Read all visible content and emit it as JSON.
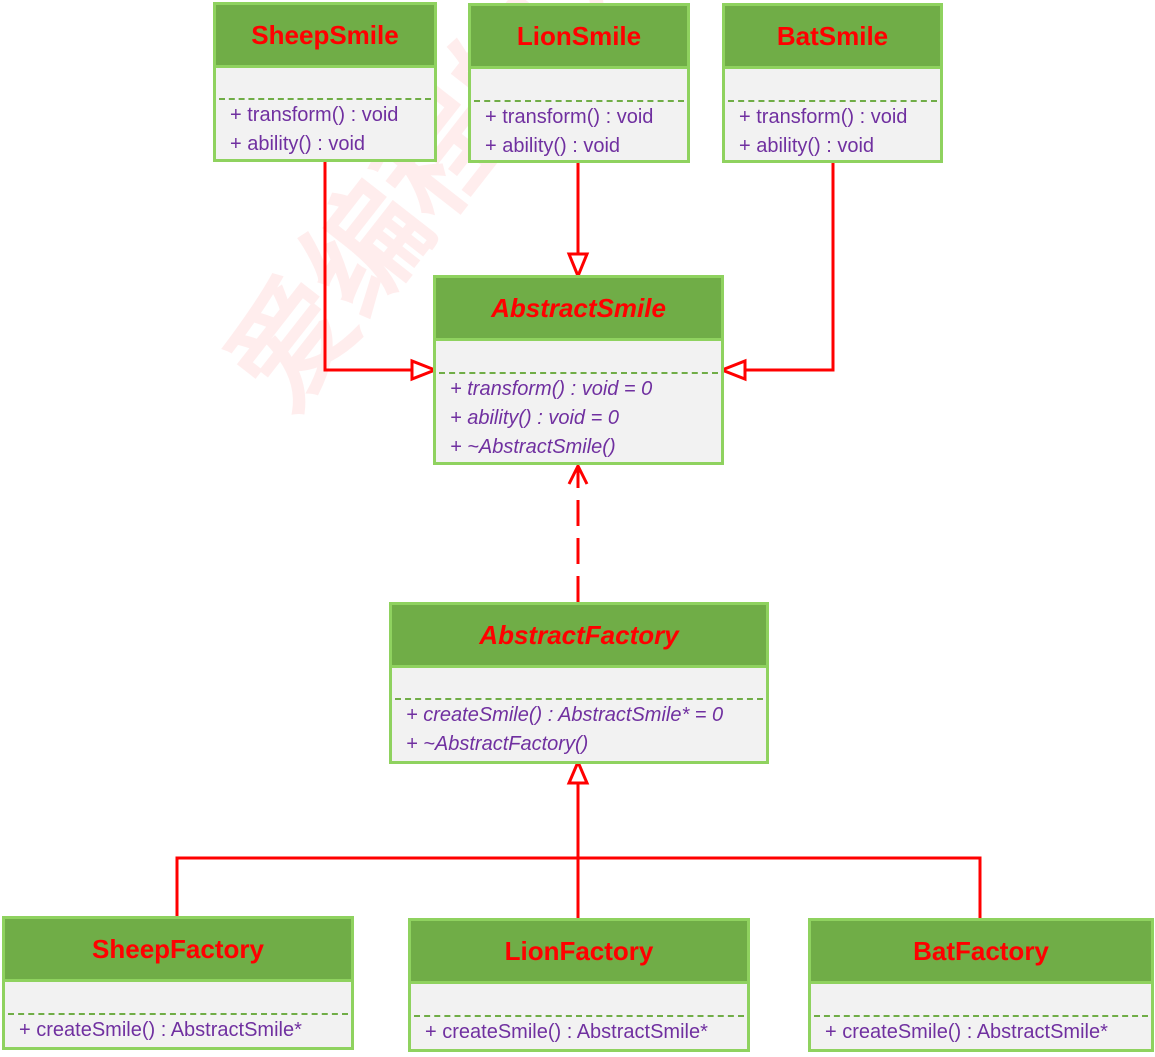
{
  "diagram": {
    "classes": {
      "sheep_smile": {
        "name": "SheepSmile",
        "operations": [
          "+ transform() : void",
          "+ ability() : void"
        ]
      },
      "lion_smile": {
        "name": "LionSmile",
        "operations": [
          "+ transform() : void",
          "+ ability() : void"
        ]
      },
      "bat_smile": {
        "name": "BatSmile",
        "operations": [
          "+ transform() : void",
          "+ ability() : void"
        ]
      },
      "abstract_smile": {
        "name": "AbstractSmile",
        "operations": [
          "+ transform() : void = 0",
          "+ ability() : void = 0",
          "+ ~AbstractSmile()"
        ]
      },
      "abstract_factory": {
        "name": "AbstractFactory",
        "operations": [
          "+ createSmile() : AbstractSmile* = 0",
          "+ ~AbstractFactory()"
        ]
      },
      "sheep_factory": {
        "name": "SheepFactory",
        "operations": [
          "+ createSmile() : AbstractSmile*"
        ]
      },
      "lion_factory": {
        "name": "LionFactory",
        "operations": [
          "+ createSmile() : AbstractSmile*"
        ]
      },
      "bat_factory": {
        "name": "BatFactory",
        "operations": [
          "+ createSmile() : AbstractSmile*"
        ]
      }
    },
    "relations": [
      {
        "from": "SheepSmile",
        "to": "AbstractSmile",
        "kind": "generalization"
      },
      {
        "from": "LionSmile",
        "to": "AbstractSmile",
        "kind": "generalization"
      },
      {
        "from": "BatSmile",
        "to": "AbstractSmile",
        "kind": "generalization"
      },
      {
        "from": "AbstractFactory",
        "to": "AbstractSmile",
        "kind": "dependency"
      },
      {
        "from": "SheepFactory",
        "to": "AbstractFactory",
        "kind": "generalization"
      },
      {
        "from": "LionFactory",
        "to": "AbstractFactory",
        "kind": "generalization"
      },
      {
        "from": "BatFactory",
        "to": "AbstractFactory",
        "kind": "generalization"
      }
    ],
    "colors": {
      "header_fill": "#70ad47",
      "border": "#8fd25f",
      "body_fill": "#f2f2f2",
      "class_name": "#ff0000",
      "operation_text": "#7030a0",
      "connector": "#ff0000"
    },
    "watermark": "爱编程的大丙 subingwen.cn"
  }
}
